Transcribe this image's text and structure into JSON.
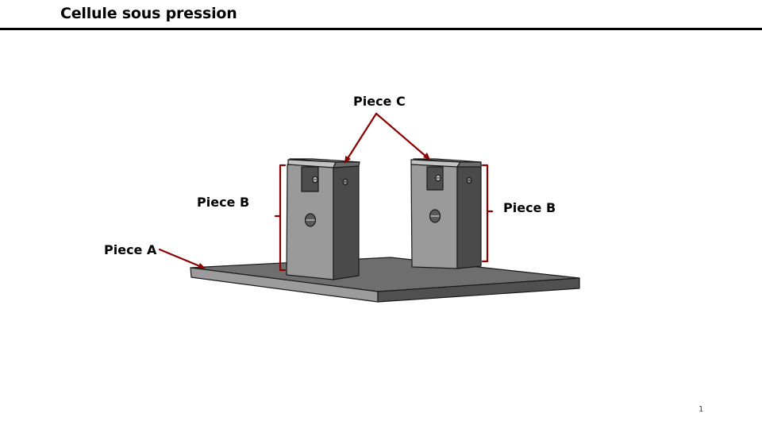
{
  "slide": {
    "title": "Cellule sous pression",
    "page_number": "1"
  },
  "labels": {
    "piece_a": "Piece A",
    "piece_b_left": "Piece B",
    "piece_b_right": "Piece B",
    "piece_c": "Piece C"
  },
  "colors": {
    "annotation": "#8b0000",
    "part_light": "#9a9a9a",
    "part_dark": "#4a4a4a",
    "plate_top": "#6e6e6e"
  }
}
